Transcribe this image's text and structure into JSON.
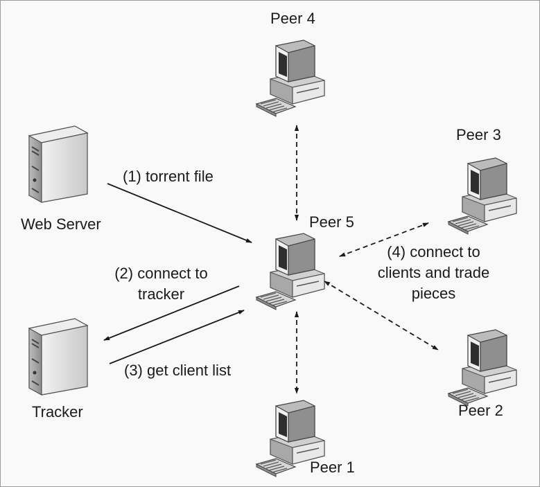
{
  "nodes": {
    "web_server": "Web Server",
    "tracker": "Tracker",
    "peer1": "Peer 1",
    "peer2": "Peer 2",
    "peer3": "Peer 3",
    "peer4": "Peer 4",
    "peer5": "Peer 5"
  },
  "steps": {
    "step1": "(1) torrent file",
    "step2_line1": "(2) connect to",
    "step2_line2": "tracker",
    "step3": "(3) get client list",
    "step4_line1": "(4) connect to",
    "step4_line2": "clients and trade",
    "step4_line3": "pieces"
  },
  "colors": {
    "line": "#1a1a1a",
    "device_light": "#e6e6e6",
    "device_mid": "#bdbdbd",
    "device_dark": "#4a4a4a"
  }
}
